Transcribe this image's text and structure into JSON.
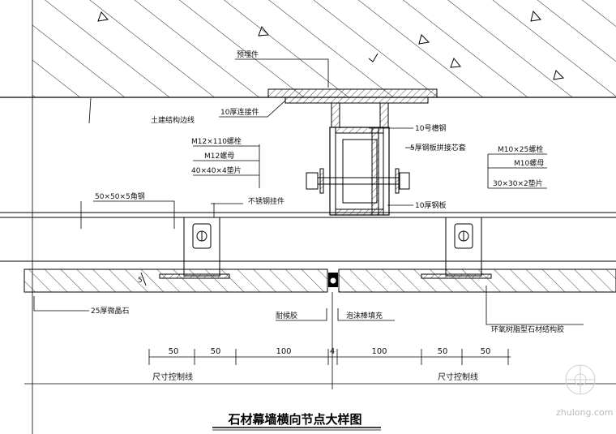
{
  "title": "石材幕墙横向节点大样图",
  "watermark": "zhulong.com",
  "labels": {
    "embedded_part": "预埋件",
    "structure_edge": "土建结构边线",
    "connector_10": "10厚连接件",
    "channel_10": "10号槽钢",
    "bolt_m12": "M12×110螺栓",
    "sleeve_5": "5厚钢板拼接芯套",
    "nut_m12": "M12螺母",
    "washer_40": "40×40×4垫片",
    "bolt_m10": "M10×25螺栓",
    "nut_m10": "M10螺母",
    "washer_30": "30×30×2垫片",
    "angle_steel": "50×50×5角钢",
    "ss_hanger": "不锈钢挂件",
    "steel_plate_10": "10厚钢板",
    "crystal_stone": "25厚微晶石",
    "sealant": "耐候胶",
    "foam_rod": "泡沫棒填充",
    "epoxy": "环氧树脂型石材结构胶",
    "gap_5": "5"
  },
  "dimensions": {
    "left": [
      "50",
      "50",
      "100"
    ],
    "joint": "4",
    "right": [
      "100",
      "50",
      "50"
    ],
    "control_left": "尺寸控制线",
    "control_right": "尺寸控制线"
  }
}
